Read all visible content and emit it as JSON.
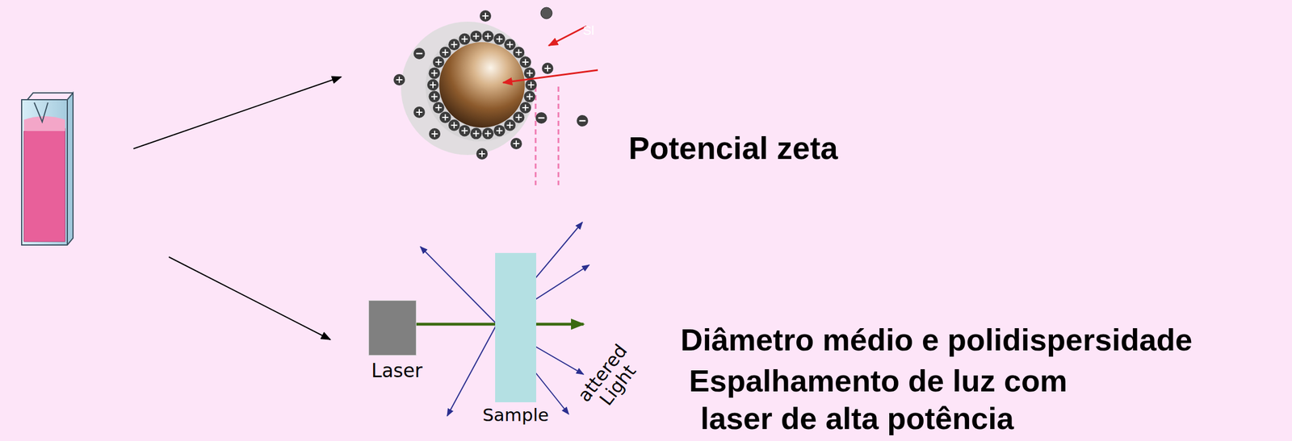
{
  "diagram": {
    "nodes": [
      {
        "text": [
          "Laser"
        ]
      },
      {
        "text": [
          "Sample"
        ]
      }
    ],
    "labels": [
      "Sl",
      "Potencial zeta",
      "attered Light",
      "Diâmetro médio e polidispersidade",
      "Espalhamento de luz com",
      "laser de alta potência"
    ]
  }
}
